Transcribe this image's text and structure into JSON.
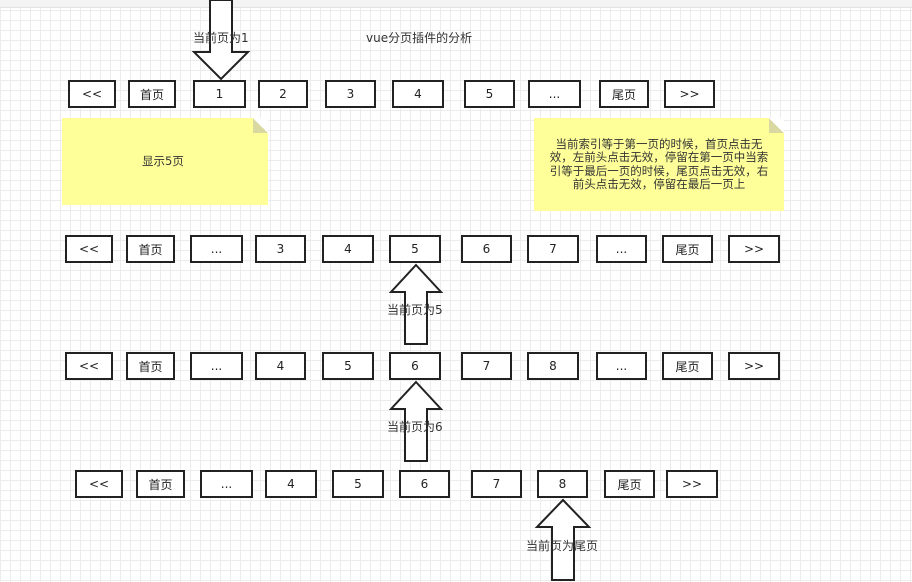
{
  "title": "vue分页插件的分析",
  "notes": [
    {
      "text": "显示5页"
    },
    {
      "text": "当前索引等于第一页的时候，首页点击无效，左前头点击无效，停留在第一页中当索引等于最后一页的时候，尾页点击无效，右前头点击无效，停留在最后一页上"
    }
  ],
  "labels": [
    "当前页为1",
    "当前页为5",
    "当前页为6",
    "当前页为尾页"
  ],
  "rows": [
    [
      "<<",
      "首页",
      "1",
      "2",
      "3",
      "4",
      "5",
      "...",
      "尾页",
      ">>"
    ],
    [
      "<<",
      "首页",
      "...",
      "3",
      "4",
      "5",
      "6",
      "7",
      "...",
      "尾页",
      ">>"
    ],
    [
      "<<",
      "首页",
      "...",
      "4",
      "5",
      "6",
      "7",
      "8",
      "...",
      "尾页",
      ">>"
    ],
    [
      "<<",
      "首页",
      "...",
      "4",
      "5",
      "6",
      "7",
      "8",
      "尾页",
      ">>"
    ]
  ],
  "colors": {
    "note": "#ffff99",
    "border": "#222222",
    "grid": "#ececec"
  }
}
